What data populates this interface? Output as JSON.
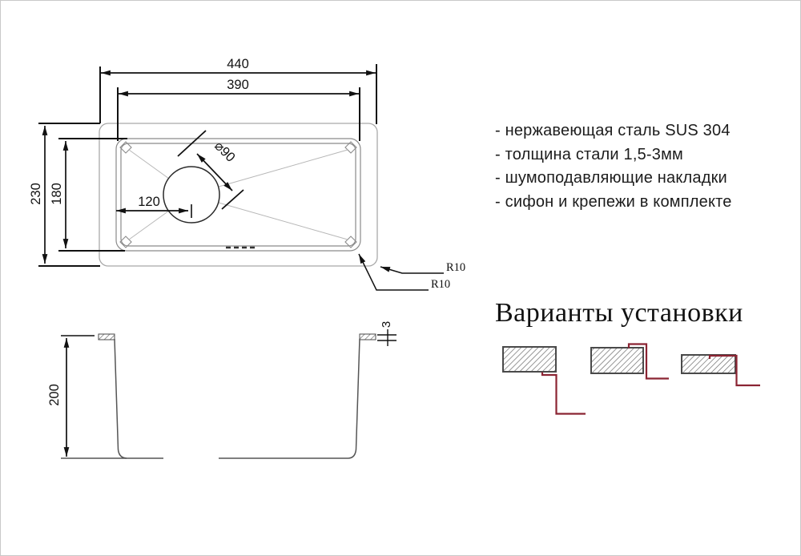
{
  "drawing": {
    "top_view": {
      "width_outer": "440",
      "width_inner": "390",
      "height_outer": "230",
      "height_inner": "180",
      "drain_offset": "120",
      "drain_diameter": "⌀90",
      "corner_radius_outer": "R10",
      "corner_radius_inner": "R10"
    },
    "side_view": {
      "depth": "200",
      "rim_thickness": "3"
    }
  },
  "features": {
    "items": [
      "- нержавеющая сталь SUS 304",
      "- толщина стали 1,5-3мм",
      "- шумоподавляющие накладки",
      "- сифон и крепежи в комплекте"
    ]
  },
  "installation": {
    "title": "Варианты установки"
  },
  "colors": {
    "accent_red": "#8b2433",
    "line_dark": "#111111",
    "line_gray": "#8a8a8a",
    "hatch_gray": "#6b6b6b"
  }
}
